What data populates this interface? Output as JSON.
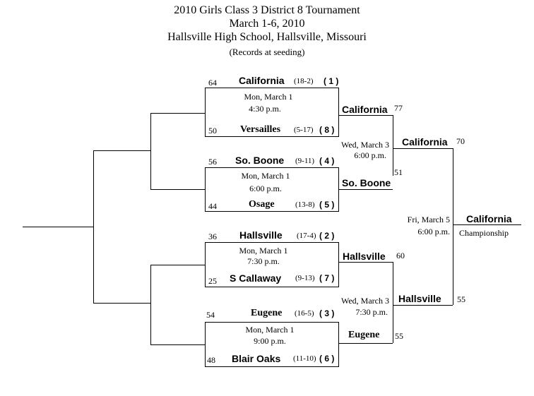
{
  "header": {
    "title": "2010 Girls Class 3 District 8 Tournament",
    "dates": "March 1-6, 2010",
    "location": "Hallsville High School, Hallsville, Missouri",
    "note": "(Records at seeding)"
  },
  "round1": [
    {
      "top": {
        "score": "64",
        "name": "California",
        "record": "(18-2)",
        "seed": "( 1 )"
      },
      "date": "Mon, March 1",
      "time": "4:30 p.m.",
      "bottom": {
        "score": "50",
        "name": "Versailles",
        "record": "(5-17)",
        "seed": "( 8 )"
      }
    },
    {
      "top": {
        "score": "56",
        "name": "So. Boone",
        "record": "(9-11)",
        "seed": "( 4 )"
      },
      "date": "Mon, March 1",
      "time": "6:00 p.m.",
      "bottom": {
        "score": "44",
        "name": "Osage",
        "record": "(13-8)",
        "seed": "( 5 )"
      }
    },
    {
      "top": {
        "score": "36",
        "name": "Hallsville",
        "record": "(17-4)",
        "seed": "( 2 )"
      },
      "date": "Mon, March 1",
      "time": "7:30 p.m.",
      "bottom": {
        "score": "25",
        "name": "S Callaway",
        "record": "(9-13)",
        "seed": "( 7 )"
      }
    },
    {
      "top": {
        "score": "54",
        "name": "Eugene",
        "record": "(16-5)",
        "seed": "( 3 )"
      },
      "date": "Mon, March 1",
      "time": "9:00 p.m.",
      "bottom": {
        "score": "48",
        "name": "Blair Oaks",
        "record": "(11-10)",
        "seed": "( 6 )"
      }
    }
  ],
  "semis": [
    {
      "top": {
        "name": "California",
        "score": "77"
      },
      "date": "Wed, March 3",
      "time": "6:00 p.m.",
      "bottom": {
        "name": "So. Boone",
        "score": "51"
      }
    },
    {
      "top": {
        "name": "Hallsville",
        "score": "60"
      },
      "date": "Wed, March 3",
      "time": "7:30 p.m.",
      "bottom": {
        "name": "Eugene",
        "score": "55"
      }
    }
  ],
  "final": {
    "top": {
      "name": "California",
      "score": "70"
    },
    "date": "Fri, March 5",
    "time": "6:00 p.m.",
    "bottom": {
      "name": "Hallsville",
      "score": "55"
    }
  },
  "champion": {
    "name": "California",
    "label": "Championship"
  }
}
